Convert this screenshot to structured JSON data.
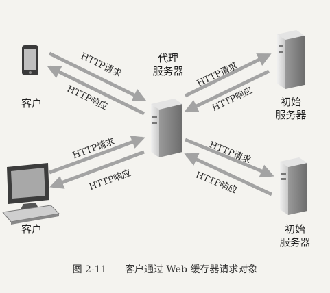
{
  "proxy": {
    "label_line1": "代理",
    "label_line2": "服务器"
  },
  "clients": [
    {
      "label": "客户"
    },
    {
      "label": "客户"
    }
  ],
  "origins": [
    {
      "label_line1": "初始",
      "label_line2": "服务器"
    },
    {
      "label_line1": "初始",
      "label_line2": "服务器"
    }
  ],
  "arrows": {
    "client1_request": "HTTP请求",
    "client1_response": "HTTP响应",
    "client2_request": "HTTP请求",
    "client2_response": "HTTP响应",
    "origin1_request": "HTTP请求",
    "origin1_response": "HTTP响应",
    "origin2_request": "HTTP请求",
    "origin2_response": "HTTP响应"
  },
  "caption": {
    "number": "图 2-11",
    "text": "客户通过 Web 缓存器请求对象"
  },
  "colors": {
    "arrow": "#a3a3a3",
    "device_dark": "#3a3a3a",
    "device_light": "#d9d9d9"
  }
}
